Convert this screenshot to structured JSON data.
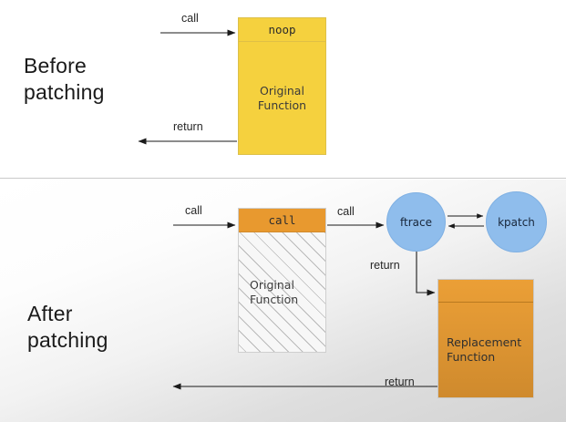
{
  "diagram": {
    "title": "kpatch function redirection: before and after patching",
    "colors": {
      "original_yellow": "#f5d13e",
      "trampoline_orange": "#e8992f",
      "replacement_orange": "#e09733",
      "circle_blue": "#8fbdec",
      "arrow_black": "#1a1a1a",
      "hatch_gray": "#b9b9b9",
      "divider_gray": "#c9c9c9"
    }
  },
  "sections": {
    "before": {
      "label": "Before\npatching",
      "boxes": {
        "original_function": {
          "header": "noop",
          "body": "Original\nFunction"
        }
      },
      "edges": [
        {
          "label": "call",
          "from": "caller",
          "to": "original-function"
        },
        {
          "label": "return",
          "from": "original-function",
          "to": "caller"
        }
      ]
    },
    "after": {
      "label": "After\npatching",
      "boxes": {
        "original_function": {
          "header": "call",
          "body": "Original\nFunction"
        },
        "replacement_function": {
          "header": "",
          "body": "Replacement\nFunction"
        }
      },
      "nodes": {
        "ftrace": "ftrace",
        "kpatch": "kpatch"
      },
      "edges": [
        {
          "label": "call",
          "from": "caller",
          "to": "original-function"
        },
        {
          "label": "call",
          "from": "original-function",
          "to": "ftrace"
        },
        {
          "label": "",
          "from": "ftrace",
          "to": "kpatch"
        },
        {
          "label": "",
          "from": "kpatch",
          "to": "ftrace"
        },
        {
          "label": "return",
          "from": "ftrace",
          "to": "replacement-function"
        },
        {
          "label": "return",
          "from": "replacement-function",
          "to": "caller"
        }
      ]
    }
  },
  "edge_labels": {
    "before_call": "call",
    "before_return": "return",
    "after_call_in": "call",
    "after_call_out": "call",
    "after_return_ftrace": "return",
    "after_return_bottom": "return"
  }
}
